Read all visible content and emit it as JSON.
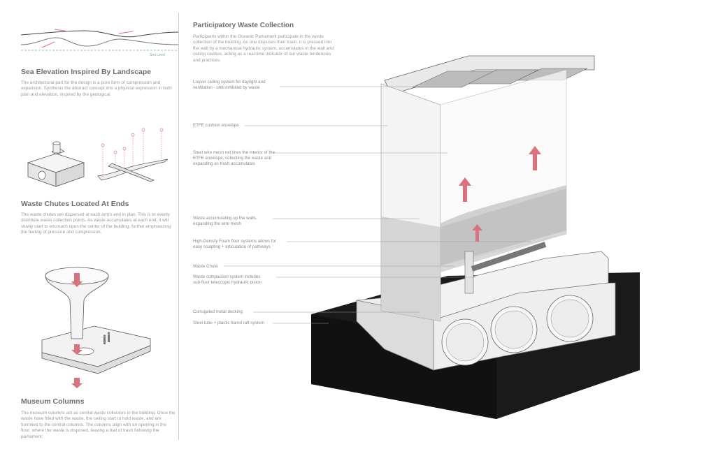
{
  "left_column": {
    "sea_level_label": "Sea Level",
    "section1": {
      "title": "Sea Elevation Inspired By Landscape",
      "body": "The architectural part for the design is a pure form of compression and expansion. Synthesis the abstract concept into a physical expression in both plan and elevation, inspired by the geological"
    },
    "section2": {
      "title": "Waste Chutes Located At Ends",
      "body": "The waste chutes are dispersed at each arm's end in plan. This is to evenly distribute waste collection points. As waste accumulates at each end, it will slowly start to encroach upon the center of the building, further emphasizing the feeling of pressure and compression."
    },
    "section3": {
      "title": "Museum Columns",
      "body": "The museum columns act as central waste collectors in the building. Once the waste have filled with the waste, the ceiling start to hold waste, and are funneled to the central columns. The columns align with an opening in the floor, where the waste is disposed, leaving a trail of trash following the parliament."
    }
  },
  "main": {
    "title": "Participatory Waste Collection",
    "intro": "Participants within the Oceanic Parliament participate in the waste collection of the building. As one disposes their trash, it is pressed into the wall by a mechanical hydraulic system, accumulates in the wall and ceiling cavities, acting as a real-time indicator of our waste tendencies and practices.",
    "callouts": [
      "Louver ceiling system  for daylight and\nventilation - until inhibited by waste",
      "ETFE cushion envelope",
      "Steel wire mesh net lines the interior of the\nETFE envelope, collecting the waste and\nexpanding as trash accumulates",
      "Waste accumulating up the walls,\nexpanding the wire mesh",
      "High-Density Foam floor systems allows for\neasy sculpting + articulation of pathways",
      "Waste Chute",
      "Waste compaction system includes\nsub-floor telescopic hydraulic piston",
      "Corrugated metal decking",
      "Steel tube + plastic barrel raft system"
    ]
  },
  "colors": {
    "accent_red": "#d9727c",
    "text_gray": "#9a9a9a",
    "heading_gray": "#6f6f6f",
    "base_black": "#1a1a1a"
  }
}
